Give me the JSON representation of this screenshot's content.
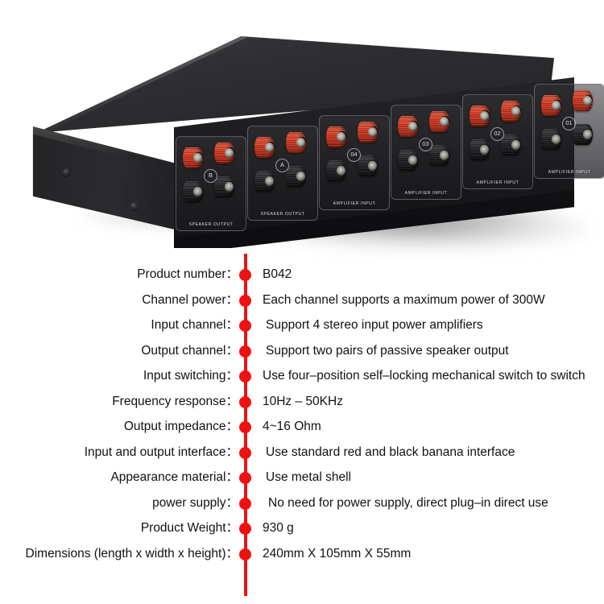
{
  "product_photo": {
    "alt_name": "4-in 2-out passive speaker switch box, front three-quarter view",
    "case_color": "#2b2b2e",
    "red_post_color": "#e03318",
    "black_post_color": "#232326",
    "panels": [
      {
        "caption": "SPEAKER OUTPUT",
        "badge": "B"
      },
      {
        "caption": "SPEAKER OUTPUT",
        "badge": "A"
      },
      {
        "caption": "AMPLIFIER INPUT",
        "badge": "04"
      },
      {
        "caption": "AMPLIFIER INPUT",
        "badge": "03"
      },
      {
        "caption": "AMPLIFIER INPUT",
        "badge": "02"
      },
      {
        "caption": "AMPLIFIER INPUT",
        "badge": "01"
      }
    ]
  },
  "spec_list": {
    "accent_color": "#ee1111",
    "rows": [
      {
        "label": "Product number：",
        "value": "B042"
      },
      {
        "label": "Channel power：",
        "value": "Each channel supports a maximum power of 300W"
      },
      {
        "label": "Input channel：",
        "value": "Support 4 stereo input power amplifiers"
      },
      {
        "label": "Output channel：",
        "value": "Support two pairs of passive speaker output"
      },
      {
        "label": "Input switching：",
        "value": "Use four–position self–locking mechanical switch to switch"
      },
      {
        "label": "Frequency response：",
        "value": "10Hz – 50KHz"
      },
      {
        "label": "Output impedance：",
        "value": "4~16 Ohm"
      },
      {
        "label": "Input and output interface：",
        "value": "Use standard red and black banana interface"
      },
      {
        "label": "Appearance material：",
        "value": "Use metal shell"
      },
      {
        "label": "power supply：",
        "value": "No need for power supply, direct plug–in direct use"
      },
      {
        "label": "Product Weight：",
        "value": "930 g"
      },
      {
        "label": "Dimensions (length x width x height)：",
        "value": "240mm X 105mm X 55mm"
      }
    ]
  }
}
